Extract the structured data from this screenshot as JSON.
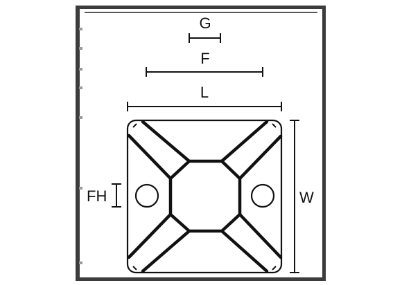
{
  "diagram": {
    "labels": {
      "g": "G",
      "f": "F",
      "l": "L",
      "w": "W",
      "fh": "FH"
    }
  }
}
